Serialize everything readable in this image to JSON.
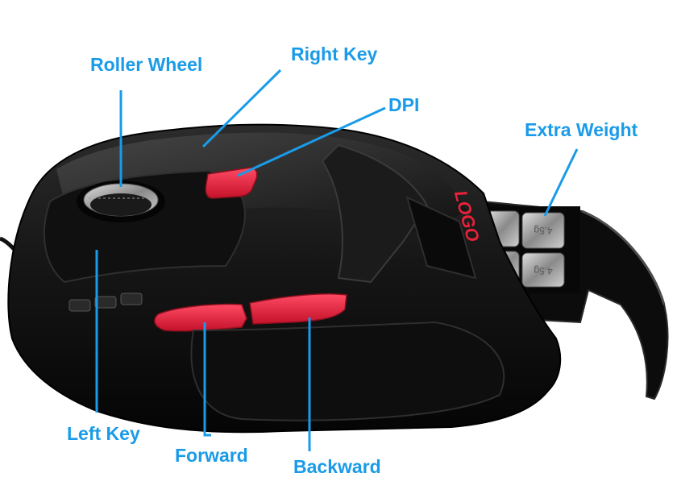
{
  "diagram": {
    "accent_color": "#1a9be8",
    "button_color": "#e8213b",
    "body_color": "#141414",
    "logo_text": "LOGO",
    "weight_marking": "4.5g",
    "labels": {
      "roller_wheel": "Roller Wheel",
      "right_key": "Right Key",
      "dpi": "DPI",
      "extra_weight": "Extra Weight",
      "left_key": "Left Key",
      "forward": "Forward",
      "backward": "Backward"
    }
  }
}
